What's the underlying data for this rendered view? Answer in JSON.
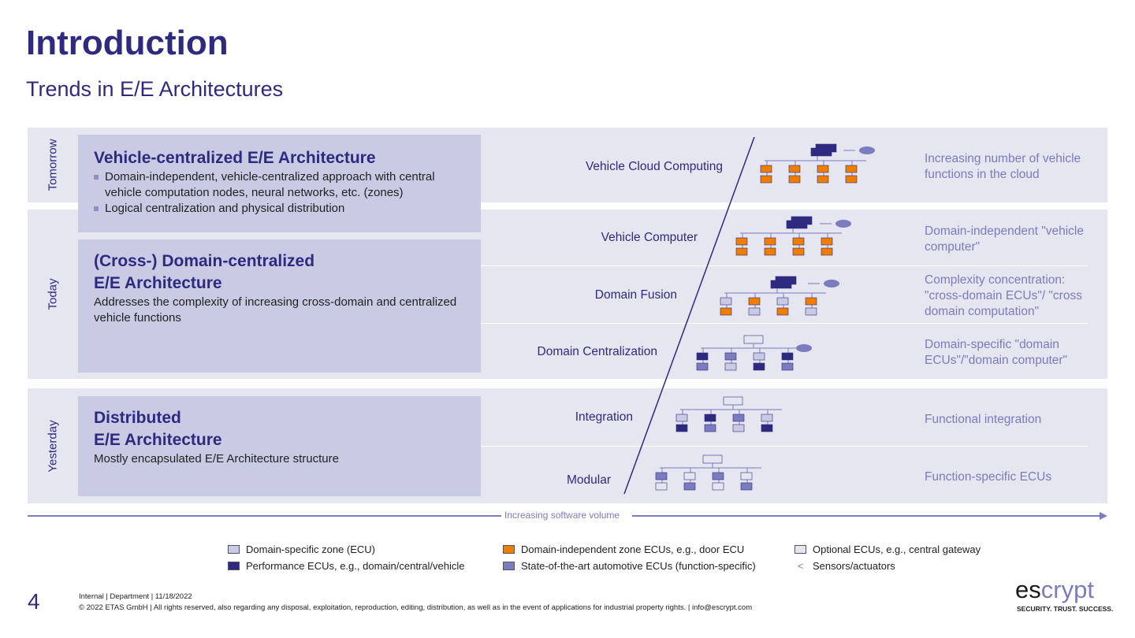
{
  "title": "Introduction",
  "subtitle": "Trends in E/E Architectures",
  "eras": {
    "tomorrow": "Tomorrow",
    "today": "Today",
    "yesterday": "Yesterday"
  },
  "boxes": {
    "vehicle_centralized": {
      "title": "Vehicle-centralized E/E Architecture",
      "bullets": [
        "Domain-independent, vehicle-centralized approach with central vehicle computation nodes, neural networks, etc. (zones)",
        "Logical centralization and physical distribution"
      ]
    },
    "domain_centralized": {
      "title1": "(Cross-) Domain-centralized",
      "title2": "E/E Architecture",
      "text": "Addresses the complexity of increasing cross-domain and centralized vehicle functions"
    },
    "distributed": {
      "title1": "Distributed",
      "title2": "E/E Architecture",
      "text": "Mostly encapsulated E/E Architecture structure"
    }
  },
  "rows": [
    {
      "label": "Vehicle Cloud Computing",
      "desc": "Increasing number of vehicle functions in the cloud"
    },
    {
      "label": "Vehicle Computer",
      "desc": "Domain-independent \"vehicle computer\""
    },
    {
      "label": "Domain Fusion",
      "desc": "Complexity concentration: \"cross-domain ECUs\"/ \"cross domain computation\""
    },
    {
      "label": "Domain Centralization",
      "desc": "Domain-specific \"domain ECUs\"/\"domain computer\""
    },
    {
      "label": "Integration",
      "desc": "Functional integration"
    },
    {
      "label": "Modular",
      "desc": "Function-specific ECUs"
    }
  ],
  "axis_label": "Increasing software volume",
  "legend": [
    {
      "label": "Domain-specific zone (ECU)",
      "color": "#c9cae3"
    },
    {
      "label": "Domain-independent zone ECUs, e.g., door ECU",
      "color": "#ee7d00"
    },
    {
      "label": "Optional ECUs, e.g., central gateway",
      "color": "#e6e6f1"
    },
    {
      "label": "Performance ECUs, e.g., domain/central/vehicle",
      "color": "#2e2a80"
    },
    {
      "label": "State-of-the-art automotive ECUs (function-specific)",
      "color": "#7b7bbf"
    },
    {
      "label": "Sensors/actuators",
      "color": "#7b7bbf"
    }
  ],
  "footer": {
    "page": "4",
    "line1": "Internal | Department | 11/18/2022",
    "line2": "© 2022 ETAS GmbH | All rights reserved, also regarding any disposal, exploitation, reproduction, editing, distribution, as well as in the event of applications for industrial property rights. | info@escrypt.com"
  },
  "logo": {
    "es": "es",
    "crypt": "crypt",
    "tagline": "SECURITY. TRUST. SUCCESS."
  }
}
